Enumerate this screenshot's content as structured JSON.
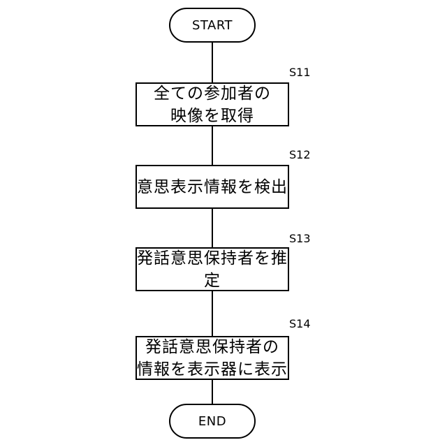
{
  "flowchart": {
    "start": "START",
    "end": "END",
    "steps": [
      {
        "id": "S11",
        "text": "全ての参加者の\n映像を取得"
      },
      {
        "id": "S12",
        "text": "意思表示情報を検出"
      },
      {
        "id": "S13",
        "text": "発話意思保持者を推\n定"
      },
      {
        "id": "S14",
        "text": "発話意思保持者の\n情報を表示器に表示"
      }
    ]
  },
  "colors": {
    "stroke": "#000000",
    "background": "#ffffff"
  }
}
